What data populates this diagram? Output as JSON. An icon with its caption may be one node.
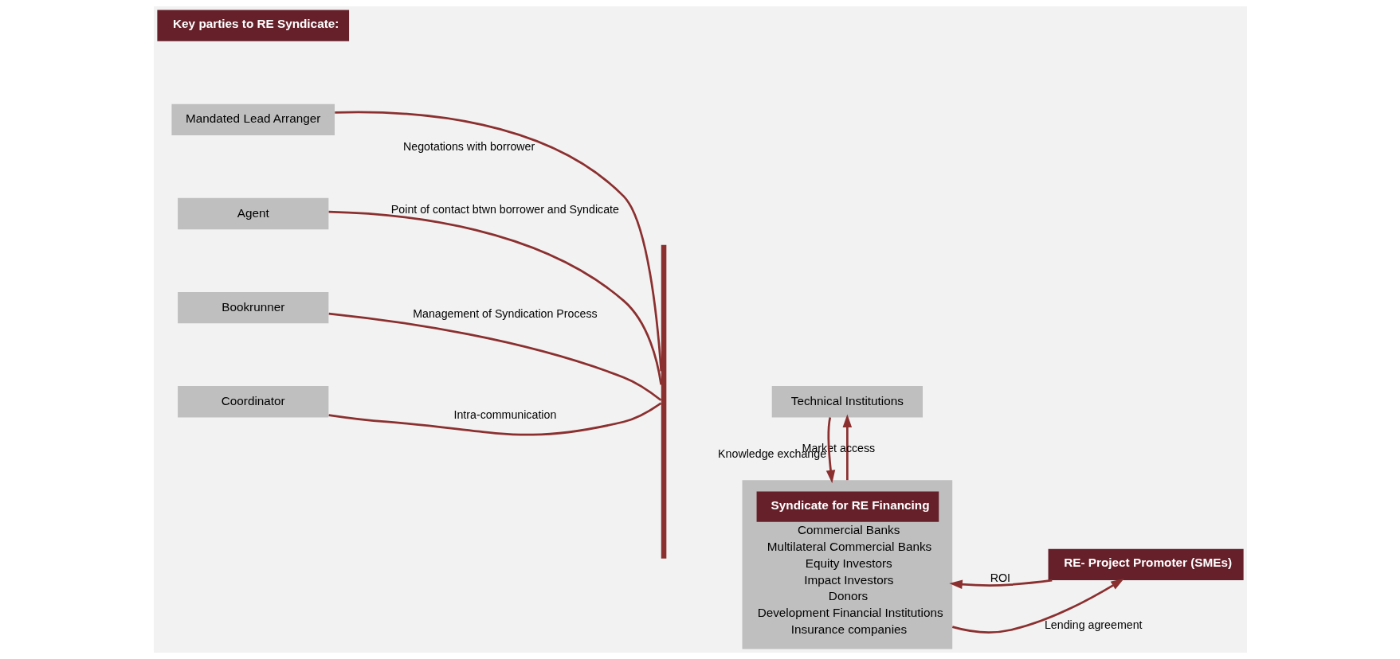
{
  "diagram": {
    "nodes": [
      {
        "text": [
          "Key parties to RE Syndicate:"
        ]
      },
      {
        "text": [
          "Mandated Lead Arranger"
        ]
      },
      {
        "text": [
          "Agent"
        ]
      },
      {
        "text": [
          "Bookrunner"
        ]
      },
      {
        "text": [
          "Coordinator"
        ]
      },
      {
        "text": [],
        "shape": "bar"
      },
      {
        "text": [
          "Technical Institutions"
        ]
      },
      {
        "text": [
          "Syndicate for RE Financing",
          "Commercial Banks",
          "Multilateral Commercial Banks",
          "Equity Investors",
          "Impact Investors",
          "Donors",
          "Development Financial Institutions",
          "Insurance companies"
        ]
      },
      {
        "text": [
          "RE- Project Promoter (SMEs)"
        ]
      }
    ],
    "edges": [
      {
        "from": 1,
        "to": 5,
        "arrow": "none",
        "label": "Negotations with borrower"
      },
      {
        "from": 2,
        "to": 5,
        "arrow": "none",
        "label": "Point of contact btwn borrower and Syndicate"
      },
      {
        "from": 3,
        "to": 5,
        "arrow": "none",
        "label": "Management of Syndication Process"
      },
      {
        "from": 4,
        "to": 5,
        "arrow": "none",
        "label": "Intra-communication"
      },
      {
        "from": 7,
        "to": 6,
        "arrow": "to",
        "label": "Market access"
      },
      {
        "from": 6,
        "to": 7,
        "arrow": "to",
        "label": "Knowledge exchange"
      },
      {
        "from": 7,
        "to": 8,
        "arrow": "to",
        "label": "Lending agreement"
      },
      {
        "from": 8,
        "to": 7,
        "arrow": "to",
        "label": "ROI"
      }
    ]
  }
}
